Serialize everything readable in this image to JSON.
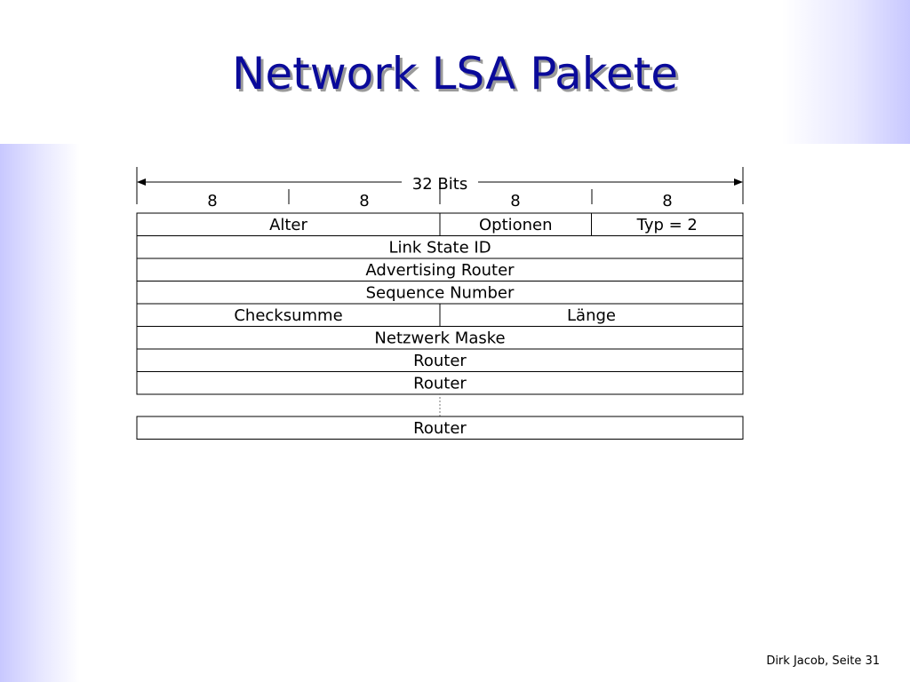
{
  "slide": {
    "title": "Network LSA Pakete",
    "footer": "Dirk Jacob, Seite 31"
  },
  "diagram": {
    "width_label": "32 Bits",
    "byte_labels": [
      "8",
      "8",
      "8",
      "8"
    ],
    "rows": [
      {
        "fields": [
          {
            "label": "Alter",
            "bits": 16
          },
          {
            "label": "Optionen",
            "bits": 8
          },
          {
            "label": "Typ = 2",
            "bits": 8
          }
        ]
      },
      {
        "fields": [
          {
            "label": "Link State ID",
            "bits": 32
          }
        ]
      },
      {
        "fields": [
          {
            "label": "Advertising Router",
            "bits": 32
          }
        ]
      },
      {
        "fields": [
          {
            "label": "Sequence Number",
            "bits": 32
          }
        ]
      },
      {
        "fields": [
          {
            "label": "Checksumme",
            "bits": 16
          },
          {
            "label": "Länge",
            "bits": 16
          }
        ]
      },
      {
        "fields": [
          {
            "label": "Netzwerk Maske",
            "bits": 32
          }
        ]
      },
      {
        "fields": [
          {
            "label": "Router",
            "bits": 32
          }
        ]
      },
      {
        "fields": [
          {
            "label": "Router",
            "bits": 32
          }
        ]
      }
    ],
    "final_row": {
      "fields": [
        {
          "label": "Router",
          "bits": 32
        }
      ]
    }
  }
}
